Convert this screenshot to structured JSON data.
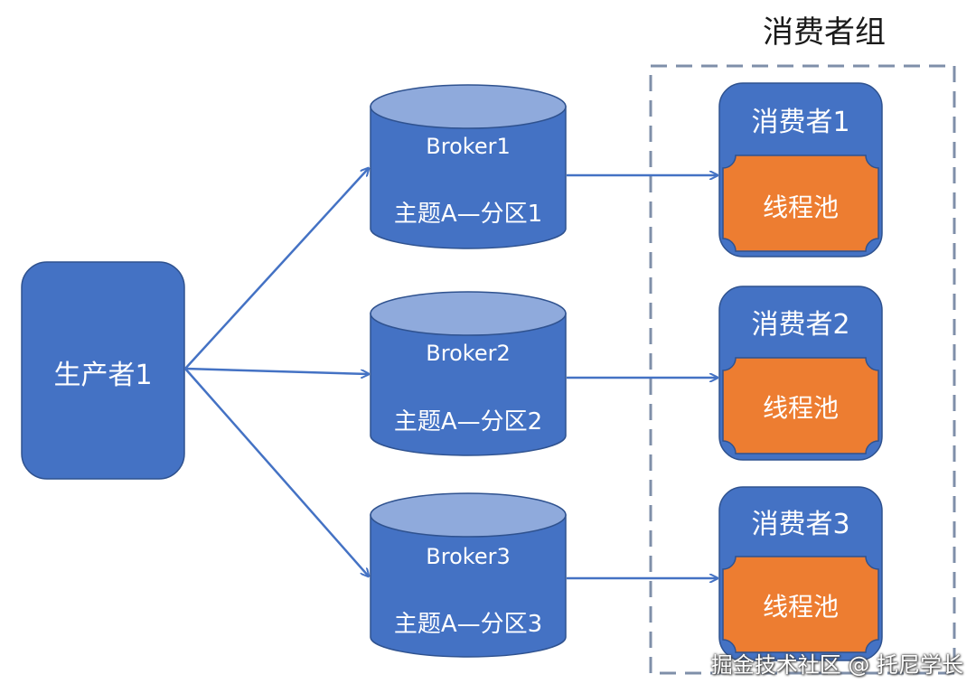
{
  "group": {
    "title": "消费者组"
  },
  "producer": {
    "label": "生产者1"
  },
  "brokers": [
    {
      "name": "Broker1",
      "partition": "主题A—分区1"
    },
    {
      "name": "Broker2",
      "partition": "主题A—分区2"
    },
    {
      "name": "Broker3",
      "partition": "主题A—分区3"
    }
  ],
  "consumers": [
    {
      "name": "消费者1",
      "pool": "线程池"
    },
    {
      "name": "消费者2",
      "pool": "线程池"
    },
    {
      "name": "消费者3",
      "pool": "线程池"
    }
  ],
  "watermark": "掘金技术社区 @ 托尼学长",
  "colors": {
    "box_fill": "#4472C4",
    "box_stroke": "#2F528F",
    "cylinder_top": "#8FAADC",
    "pool_fill": "#ED7D31",
    "pool_stroke": "#2F528F",
    "arrow": "#4472C4",
    "group_border": "#7F8FA9"
  }
}
